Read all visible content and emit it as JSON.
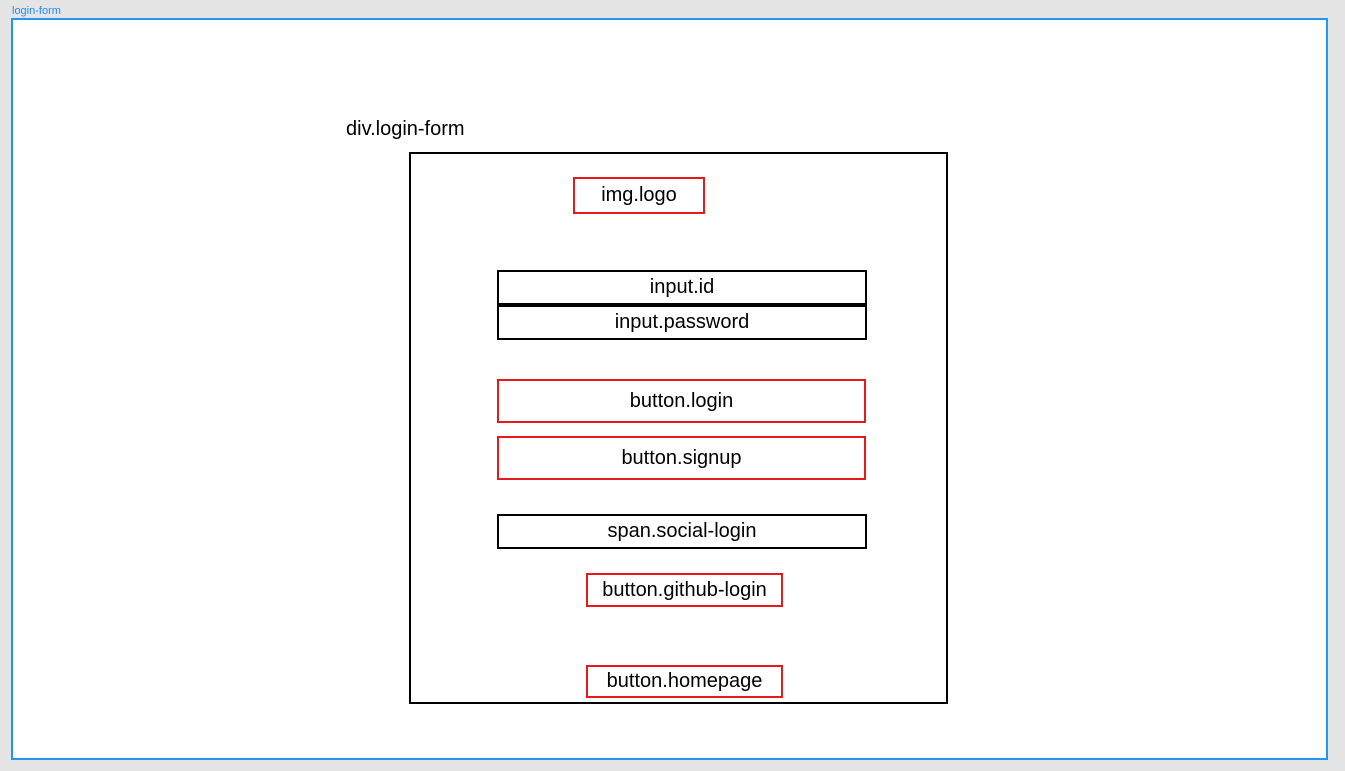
{
  "frame": {
    "label": "login-form",
    "border_color": "#2196f3"
  },
  "container": {
    "label": "div.login-form"
  },
  "elements": {
    "logo": "img.logo",
    "input_id": "input.id",
    "input_password": "input.password",
    "button_login": "button.login",
    "button_signup": "button.signup",
    "social_login": "span.social-login",
    "button_github": "button.github-login",
    "button_homepage": "button.homepage"
  },
  "colors": {
    "interactive_border": "#e51b1b",
    "static_border": "#000000",
    "canvas": "#e5e5e5"
  }
}
